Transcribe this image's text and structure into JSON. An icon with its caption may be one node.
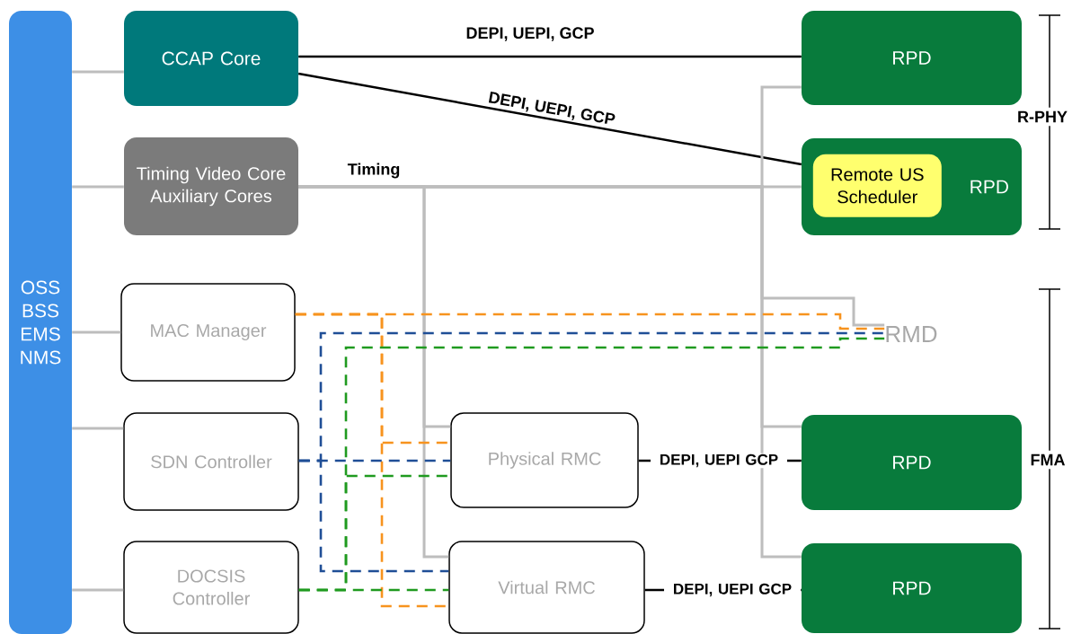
{
  "diagram": {
    "nodes": [
      {
        "text": [
          "OSS BSS EMS NMS"
        ]
      },
      {
        "text": [
          "CCAP Core"
        ]
      },
      {
        "text": [
          "Timing Video Core Auxiliary Cores"
        ]
      },
      {
        "text": [
          "MAC Manager"
        ]
      },
      {
        "text": [
          "SDN Controller"
        ]
      },
      {
        "text": [
          "DOCSIS Controller"
        ]
      },
      {
        "text": [
          "RPD"
        ]
      },
      {
        "text": [
          "RPD"
        ]
      },
      {
        "text": [
          "Remote US Scheduler"
        ],
        "in": 7
      },
      {
        "text": [
          "RMD"
        ]
      },
      {
        "text": [
          "Physical RMC"
        ]
      },
      {
        "text": [
          "Virtual RMC"
        ]
      },
      {
        "text": [
          "RPD"
        ]
      },
      {
        "text": [
          "RPD"
        ]
      }
    ],
    "edges": [
      {
        "from": 0,
        "to": 1,
        "arrow": "none"
      },
      {
        "from": 0,
        "to": 2,
        "arrow": "none"
      },
      {
        "from": 0,
        "to": 3,
        "arrow": "none"
      },
      {
        "from": 0,
        "to": 4,
        "arrow": "none"
      },
      {
        "from": 0,
        "to": 5,
        "arrow": "none"
      },
      {
        "from": 1,
        "to": 6,
        "arrow": "none",
        "label": "DEPI, UEPI, GCP",
        "color": "#000000"
      },
      {
        "from": 1,
        "to": 7,
        "arrow": "none",
        "label": "DEPI, UEPI, GCP",
        "color": "#000000"
      },
      {
        "from": 2,
        "to": 7,
        "arrow": "none",
        "label": "Timing"
      },
      {
        "from": 2,
        "to": 10,
        "arrow": "none"
      },
      {
        "from": 2,
        "to": 11,
        "arrow": "none"
      },
      {
        "from": 2,
        "to": 6,
        "arrow": "none"
      },
      {
        "from": 2,
        "to": 9,
        "arrow": "none"
      },
      {
        "from": 2,
        "to": 12,
        "arrow": "none"
      },
      {
        "from": 2,
        "to": 13,
        "arrow": "none"
      },
      {
        "from": 3,
        "to": 9,
        "arrow": "none",
        "style": "dashed",
        "color": "#f7931e"
      },
      {
        "from": 3,
        "to": 10,
        "arrow": "none",
        "style": "dashed",
        "color": "#f7931e"
      },
      {
        "from": 3,
        "to": 11,
        "arrow": "none",
        "style": "dashed",
        "color": "#f7931e"
      },
      {
        "from": 4,
        "to": 9,
        "arrow": "none",
        "style": "dashed",
        "color": "#1f4e96"
      },
      {
        "from": 4,
        "to": 10,
        "arrow": "none",
        "style": "dashed",
        "color": "#1f4e96"
      },
      {
        "from": 4,
        "to": 11,
        "arrow": "none",
        "style": "dashed",
        "color": "#1f4e96"
      },
      {
        "from": 5,
        "to": 9,
        "arrow": "none",
        "style": "dashed",
        "color": "#1f9a1f"
      },
      {
        "from": 5,
        "to": 10,
        "arrow": "none",
        "style": "dashed",
        "color": "#1f9a1f"
      },
      {
        "from": 5,
        "to": 11,
        "arrow": "none",
        "style": "dashed",
        "color": "#1f9a1f"
      },
      {
        "from": 10,
        "to": 12,
        "arrow": "none",
        "label": "DEPI, UEPI GCP",
        "color": "#000000"
      },
      {
        "from": 11,
        "to": 13,
        "arrow": "none",
        "label": "DEPI, UEPI GCP",
        "color": "#000000"
      }
    ],
    "labels": [
      "R-PHY",
      "FMA"
    ]
  }
}
